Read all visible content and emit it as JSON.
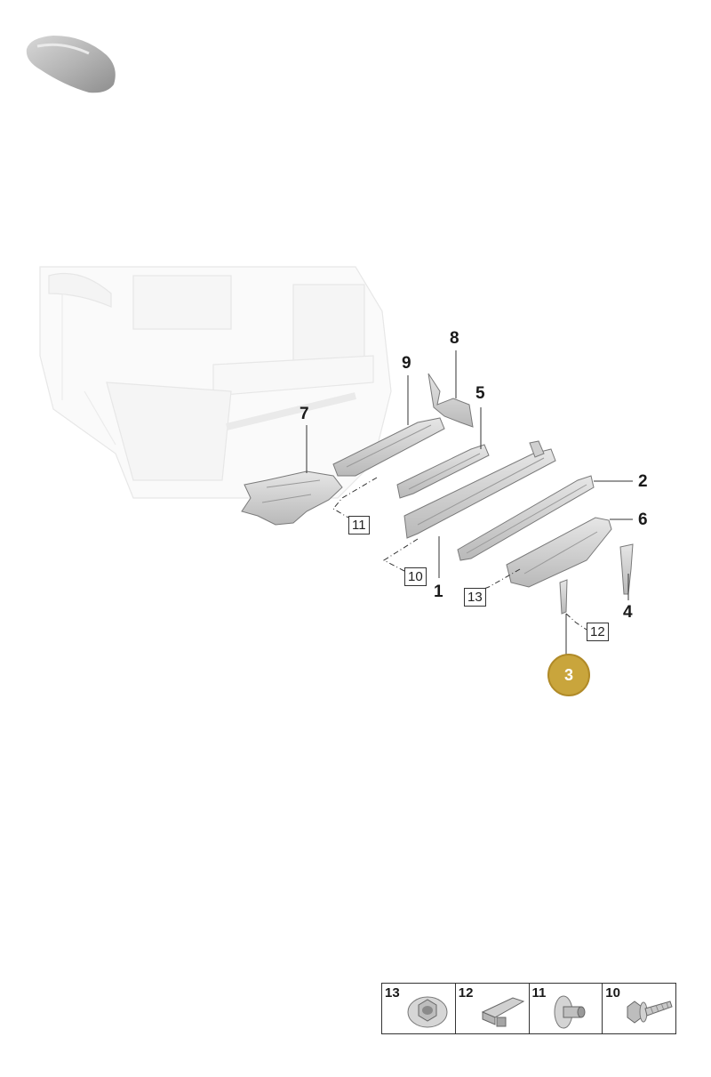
{
  "callouts": {
    "part_1": "1",
    "part_2": "2",
    "part_4": "4",
    "part_5": "5",
    "part_6": "6",
    "part_7": "7",
    "part_8": "8",
    "part_9": "9"
  },
  "boxed_refs": {
    "ref_10": "10",
    "ref_11": "11",
    "ref_12": "12",
    "ref_13": "13"
  },
  "highlight": {
    "label": "3",
    "color": "#c9a53c"
  },
  "legend": [
    {
      "num": "13",
      "icon": "flange-nut-icon"
    },
    {
      "num": "12",
      "icon": "clip-nut-icon"
    },
    {
      "num": "11",
      "icon": "plastic-rivet-icon"
    },
    {
      "num": "10",
      "icon": "flange-bolt-icon"
    }
  ]
}
